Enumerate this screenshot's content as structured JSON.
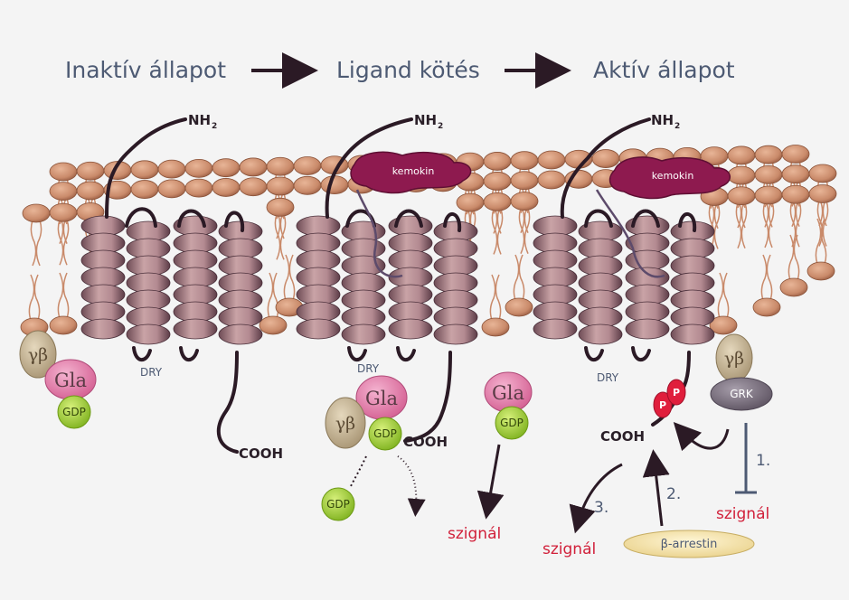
{
  "titles": {
    "inactive": "Inaktív állapot",
    "binding": "Ligand kötés",
    "active": "Aktív állapot"
  },
  "terminals": {
    "nh": "NH",
    "nh_sub": "2",
    "cooh": "COOH"
  },
  "ligand": "kemokin",
  "motif": "DRY",
  "proteins": {
    "gamma_beta": "γβ",
    "gla": "Gla",
    "gdp": "GDP",
    "grk": "GRK",
    "phospho": "P",
    "arrestin": "β-arrestin"
  },
  "signal": "szignál",
  "steps": {
    "one": "1.",
    "two": "2.",
    "three": "3."
  },
  "colors": {
    "background": "#f4f4f4",
    "lipid_head": "#c98a6a",
    "receptor": "#a77d84",
    "strand": "#2b1a25",
    "ligand": "#8e1a4f",
    "gla": "#e07aa7",
    "gdp": "#9acd32",
    "gamma_beta": "#c4b393",
    "grk": "#7c7180",
    "phospho": "#e01e3c",
    "arrestin": "#f5e3a8",
    "signal_text": "#d1203a",
    "title_text": "#4d5a73"
  }
}
